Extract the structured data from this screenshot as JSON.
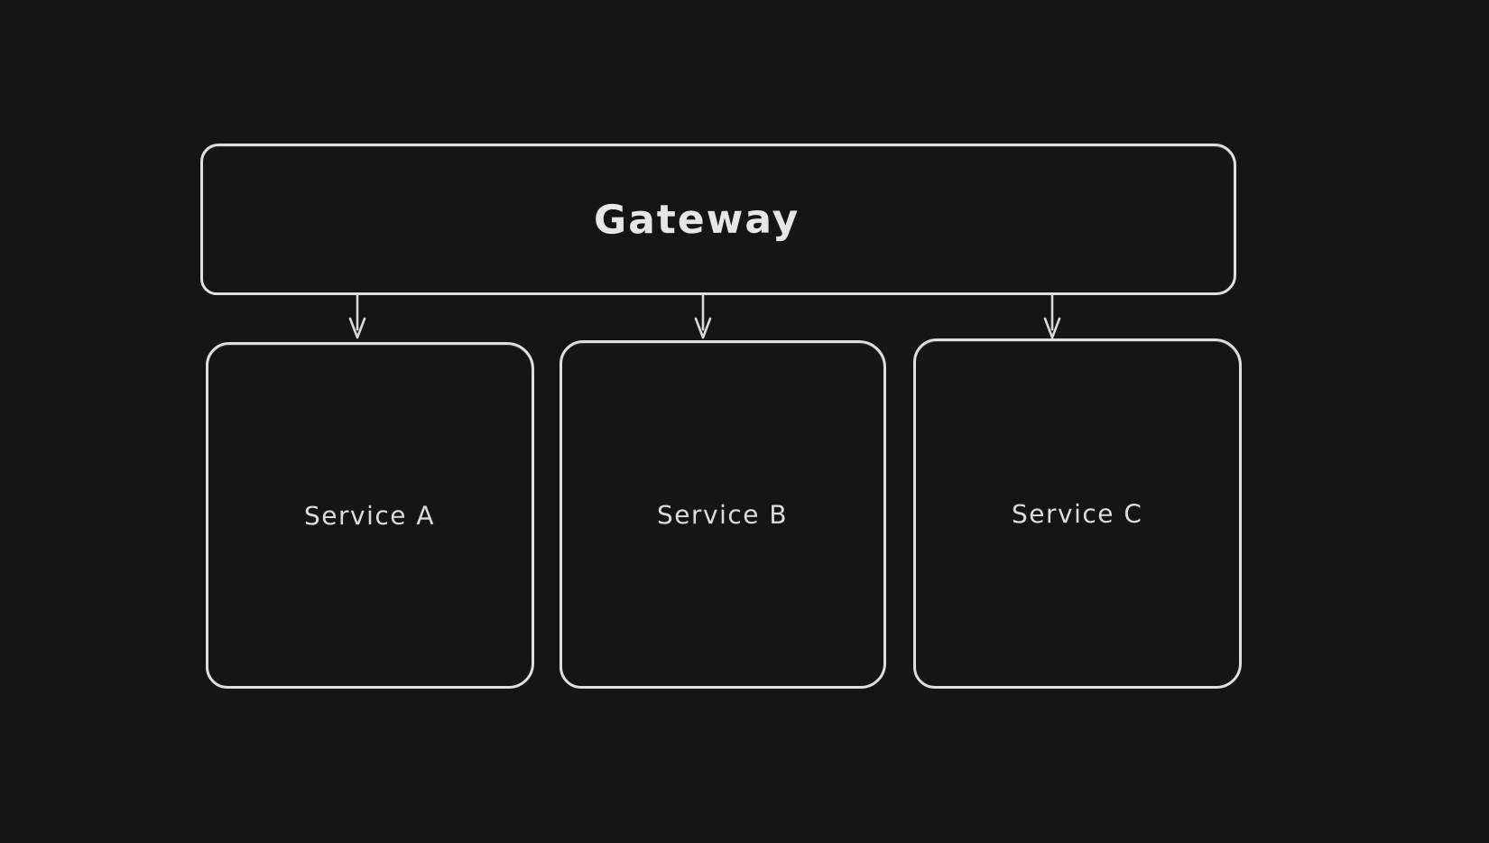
{
  "canvas": {
    "style": "hand-drawn-diagram",
    "colors": {
      "background": "#151515",
      "stroke": "#dfdfdf",
      "gateway_text": "#e6e6e6",
      "service_text": "#dcdcdc"
    }
  },
  "nodes": {
    "gateway": {
      "label": "Gateway"
    },
    "services": [
      {
        "label": "Service A"
      },
      {
        "label": "Service B"
      },
      {
        "label": "Service C"
      }
    ]
  },
  "edges": [
    {
      "from": "Gateway",
      "to": "Service A",
      "direction": "down"
    },
    {
      "from": "Gateway",
      "to": "Service B",
      "direction": "down"
    },
    {
      "from": "Gateway",
      "to": "Service C",
      "direction": "down"
    }
  ]
}
